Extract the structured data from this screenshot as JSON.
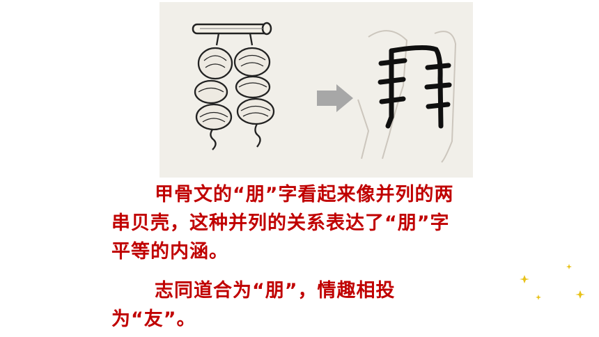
{
  "illustration": {
    "left_item": "two-strings-of-shells",
    "arrow": "arrow-right-icon",
    "right_item": "oracle-bone-peng-glyph"
  },
  "text": {
    "paragraph1": "甲骨文的“朋”字看起来像并列的两串贝壳，这种并列的关系表达了“朋”字平等的内涵。",
    "paragraph2": "志同道合为“朋”，情趣相投为“友”。"
  },
  "colors": {
    "text": "#c00000",
    "sparkle": "#e8c21a",
    "arrow": "#a7a7a7"
  }
}
